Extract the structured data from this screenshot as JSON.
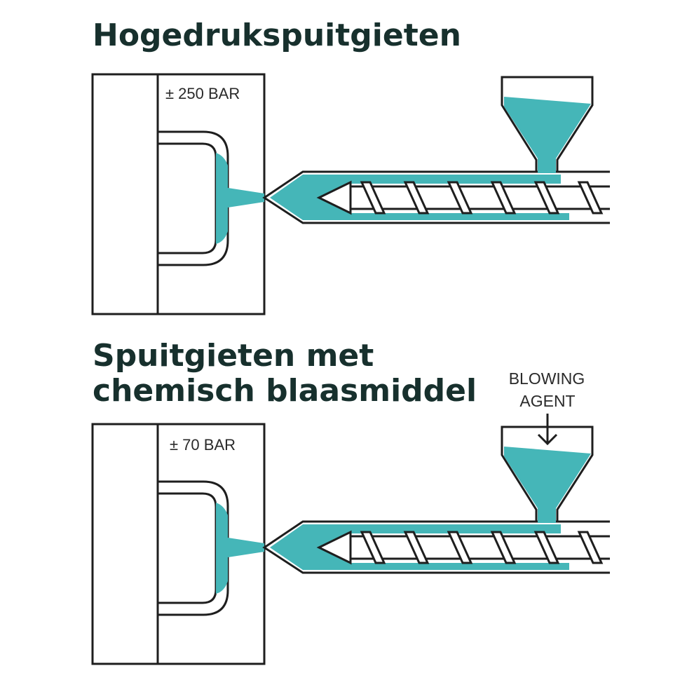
{
  "titles": {
    "high_pressure": "Hogedrukspuitgieten",
    "chemical_line1": "Spuitgieten met",
    "chemical_line2": "chemisch blaasmiddel"
  },
  "labels": {
    "pressure_high": "± 250 BAR",
    "pressure_low": "± 70 BAR",
    "blowing_agent_line1": "BLOWING",
    "blowing_agent_line2": "AGENT"
  },
  "colors": {
    "melt": "#45b6b8",
    "outline": "#1e1e1e",
    "title": "#17302d"
  }
}
